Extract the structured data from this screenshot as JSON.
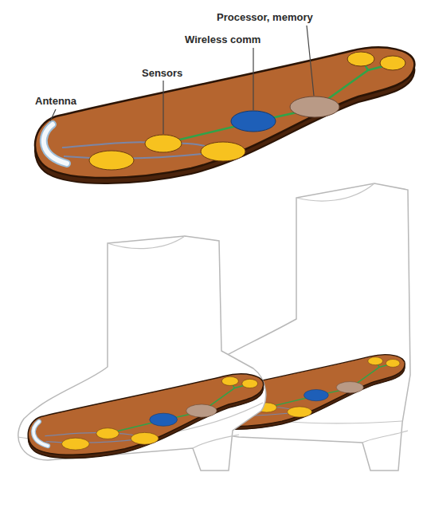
{
  "diagram": {
    "labels": [
      "Processor, memory",
      "Wireless comm",
      "Sensors",
      "Antenna"
    ]
  }
}
